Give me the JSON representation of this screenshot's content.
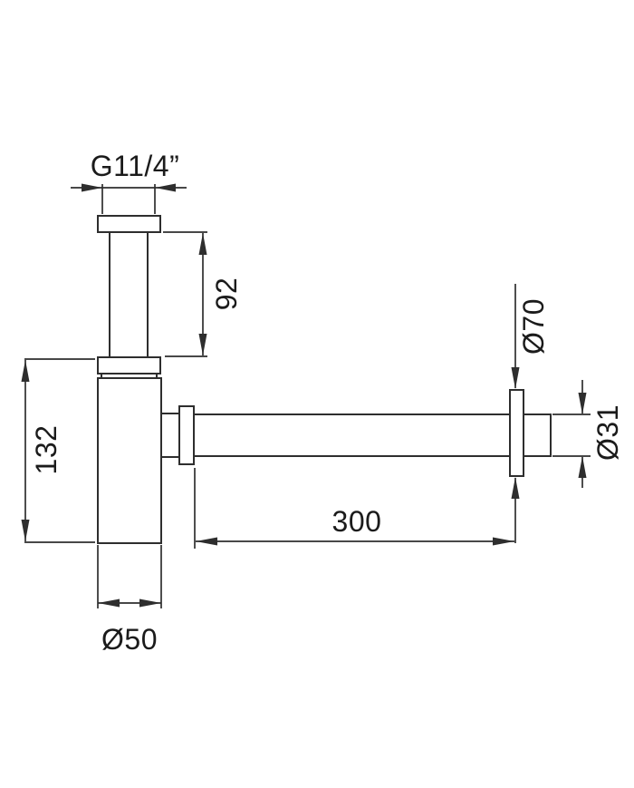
{
  "drawing": {
    "type": "technical-dimension-drawing",
    "subject": "bottle-trap-siphon-side-view",
    "colors": {
      "line": "#2e2e2e",
      "text": "#1b1b1b",
      "background": "#ffffff"
    },
    "labels": {
      "thread_size": "G11/4”",
      "inlet_height": "92",
      "body_height": "132",
      "escutcheon_diameter": "Ø70",
      "outlet_diameter": "Ø31",
      "outlet_length": "300",
      "body_diameter": "Ø50"
    }
  }
}
